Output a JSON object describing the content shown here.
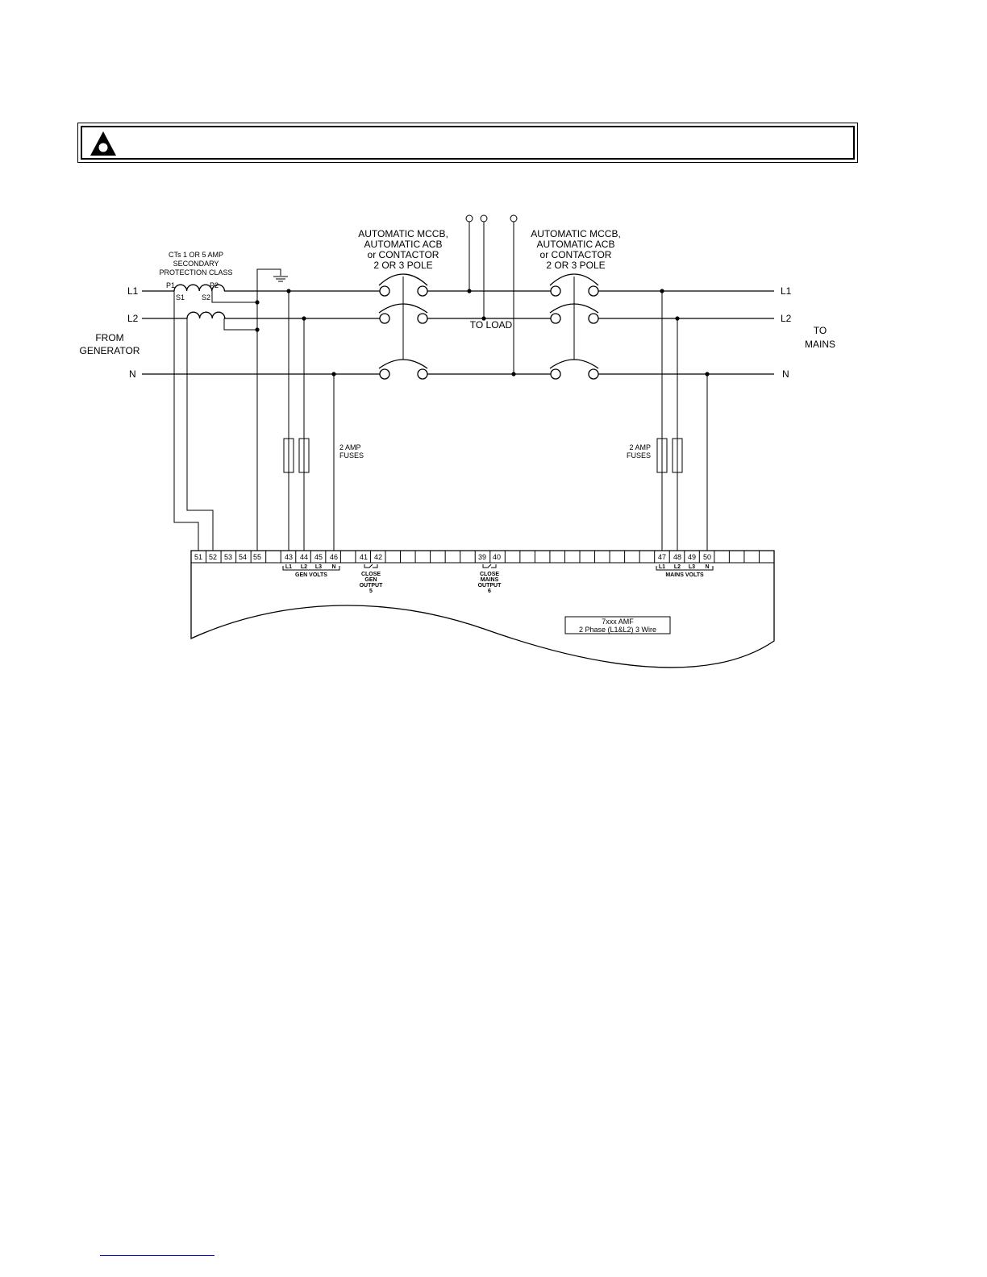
{
  "warning": {
    "text": "",
    "icon": "warning-triangle-icon"
  },
  "generator_side": {
    "from_label_1": "FROM",
    "from_label_2": "GENERATOR",
    "line_l1": "L1",
    "line_l2": "L2",
    "line_n": "N"
  },
  "mains_side": {
    "to_label_1": "TO",
    "to_label_2": "MAINS",
    "line_l1": "L1",
    "line_l2": "L2",
    "line_n": "N"
  },
  "ct": {
    "line1": "CTs 1 OR 5 AMP",
    "line2": "SECONDARY",
    "line3": "PROTECTION CLASS",
    "p1": "P1",
    "p2": "P2",
    "s1": "S1",
    "s2": "S2"
  },
  "breaker_left": [
    "AUTOMATIC MCCB,",
    "AUTOMATIC ACB",
    "or CONTACTOR",
    "2 OR 3 POLE"
  ],
  "breaker_right": [
    "AUTOMATIC MCCB,",
    "AUTOMATIC ACB",
    "or CONTACTOR",
    "2 OR 3 POLE"
  ],
  "load_label": "TO LOAD",
  "fuses_gen": [
    "2 AMP",
    "FUSES"
  ],
  "fuses_mains": [
    "2 AMP",
    "FUSES"
  ],
  "terminals": {
    "ct_block": [
      "51",
      "52",
      "53",
      "54",
      "55"
    ],
    "gen_volts_block": [
      "43",
      "44",
      "45",
      "46"
    ],
    "close_gen_block": [
      "41",
      "42"
    ],
    "close_mains_block": [
      "39",
      "40"
    ],
    "mains_volts_block": [
      "47",
      "48",
      "49",
      "50"
    ]
  },
  "phase_labels_gen": [
    "L1",
    "L2",
    "L3",
    "N"
  ],
  "phase_labels_mains": [
    "L1",
    "L2",
    "L3",
    "N"
  ],
  "gen_volts_label": "GEN VOLTS",
  "mains_volts_label": "MAINS VOLTS",
  "close_gen_label": [
    "CLOSE",
    "GEN",
    "OUTPUT",
    "5"
  ],
  "close_mains_label": [
    "CLOSE",
    "MAINS",
    "OUTPUT",
    "6"
  ],
  "module_label": [
    "7xxx AMF",
    "2 Phase (L1&L2) 3 Wire"
  ]
}
